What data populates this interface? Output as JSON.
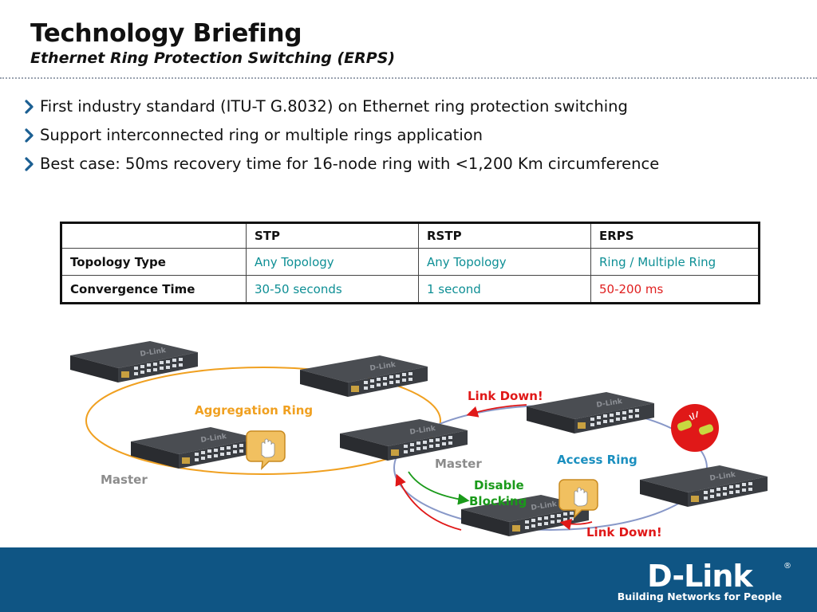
{
  "header": {
    "title": "Technology Briefing",
    "subtitle": "Ethernet Ring Protection Switching (ERPS)"
  },
  "bullets": [
    "First industry standard (ITU-T G.8032) on Ethernet ring protection switching",
    "Support interconnected ring or multiple rings application",
    "Best case: 50ms recovery time for 16-node ring with <1,200 Km circumference"
  ],
  "comparison_table": {
    "columns": [
      "",
      "STP",
      "RSTP",
      "ERPS"
    ],
    "rows": [
      {
        "label": "Topology Type",
        "stp": "Any Topology",
        "rstp": "Any Topology",
        "erps": "Ring / Multiple Ring"
      },
      {
        "label": "Convergence Time",
        "stp": "30-50 seconds",
        "rstp": "1 second",
        "erps": "50-200 ms"
      }
    ]
  },
  "diagram": {
    "aggregation_ring_label": "Aggregation Ring",
    "access_ring_label": "Access Ring",
    "master_left_label": "Master",
    "master_center_label": "Master",
    "link_down_top_label": "Link Down!",
    "link_down_bottom_label": "Link Down!",
    "disable_blocking_line1": "Disable",
    "disable_blocking_line2": "Blocking",
    "switch_brand": "D-Link"
  },
  "colors": {
    "aggregation_ring": "#f0a020",
    "access_ring": "#8898c8",
    "link_down": "#e01818",
    "disable_blocking": "#1a9a1a",
    "access_ring_text": "#1a8fbf",
    "master_text": "#8c8c8c",
    "footer": "#0f5584",
    "teal_value": "#0e8f95"
  },
  "footer": {
    "brand": "D-Link",
    "tagline": "Building Networks for People",
    "registered": "®"
  }
}
